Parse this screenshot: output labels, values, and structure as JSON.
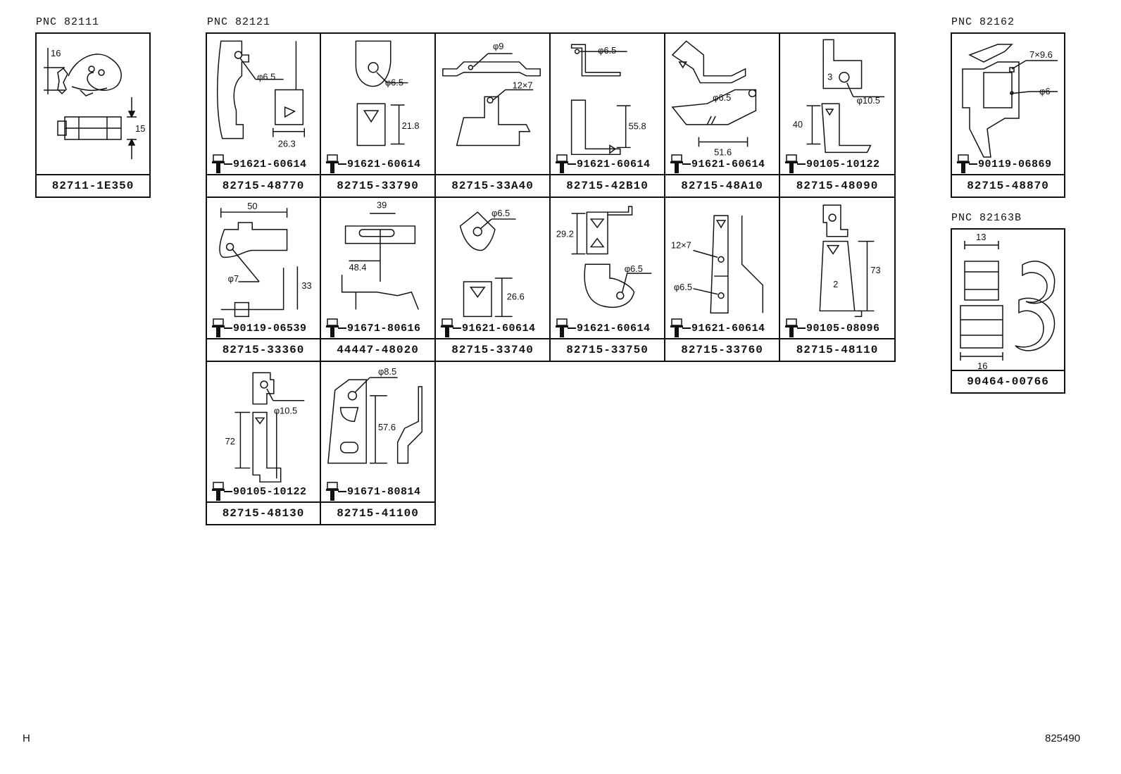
{
  "groups": [
    {
      "pnc": "PNC  82111",
      "cells": [
        {
          "part_number": "82711-1E350",
          "bolt_pn": "",
          "labels": [
            "16",
            "15"
          ]
        }
      ]
    },
    {
      "pnc": "PNC  82121",
      "cells": [
        {
          "part_number": "82715-48770",
          "bolt_pn": "91621-60614",
          "labels": [
            "φ6.5",
            "26.3"
          ]
        },
        {
          "part_number": "82715-33790",
          "bolt_pn": "91621-60614",
          "labels": [
            "φ6.5",
            "21.8"
          ]
        },
        {
          "part_number": "82715-33A40",
          "bolt_pn": "",
          "labels": [
            "φ9",
            "12×7"
          ]
        },
        {
          "part_number": "82715-42B10",
          "bolt_pn": "91621-60614",
          "labels": [
            "φ6.5",
            "55.8"
          ]
        },
        {
          "part_number": "82715-48A10",
          "bolt_pn": "91621-60614",
          "labels": [
            "φ6.5",
            "51.6"
          ]
        },
        {
          "part_number": "82715-48090",
          "bolt_pn": "90105-10122",
          "labels": [
            "3",
            "φ10.5",
            "40"
          ]
        },
        {
          "part_number": "82715-33360",
          "bolt_pn": "90119-06539",
          "labels": [
            "50",
            "φ7",
            "33"
          ]
        },
        {
          "part_number": "44447-48020",
          "bolt_pn": "91671-80616",
          "labels": [
            "39",
            "48.4"
          ]
        },
        {
          "part_number": "82715-33740",
          "bolt_pn": "91621-60614",
          "labels": [
            "φ6.5",
            "26.6"
          ]
        },
        {
          "part_number": "82715-33750",
          "bolt_pn": "91621-60614",
          "labels": [
            "29.2",
            "φ6.5"
          ]
        },
        {
          "part_number": "82715-33760",
          "bolt_pn": "91621-60614",
          "labels": [
            "12×7",
            "φ6.5"
          ]
        },
        {
          "part_number": "82715-48110",
          "bolt_pn": "90105-08096",
          "labels": [
            "2",
            "73"
          ]
        },
        {
          "part_number": "82715-48130",
          "bolt_pn": "90105-10122",
          "labels": [
            "φ10.5",
            "72"
          ]
        },
        {
          "part_number": "82715-41100",
          "bolt_pn": "91671-80814",
          "labels": [
            "φ8.5",
            "57.6"
          ]
        }
      ]
    },
    {
      "pnc": "PNC  82162",
      "cells": [
        {
          "part_number": "82715-48870",
          "bolt_pn": "90119-06869",
          "labels": [
            "7×9.6",
            "φ6"
          ]
        }
      ]
    },
    {
      "pnc": "PNC  82163B",
      "cells": [
        {
          "part_number": "90464-00766",
          "bolt_pn": "",
          "labels": [
            "13",
            "16"
          ]
        }
      ]
    }
  ],
  "footer": {
    "left": "H",
    "right": "825490"
  }
}
